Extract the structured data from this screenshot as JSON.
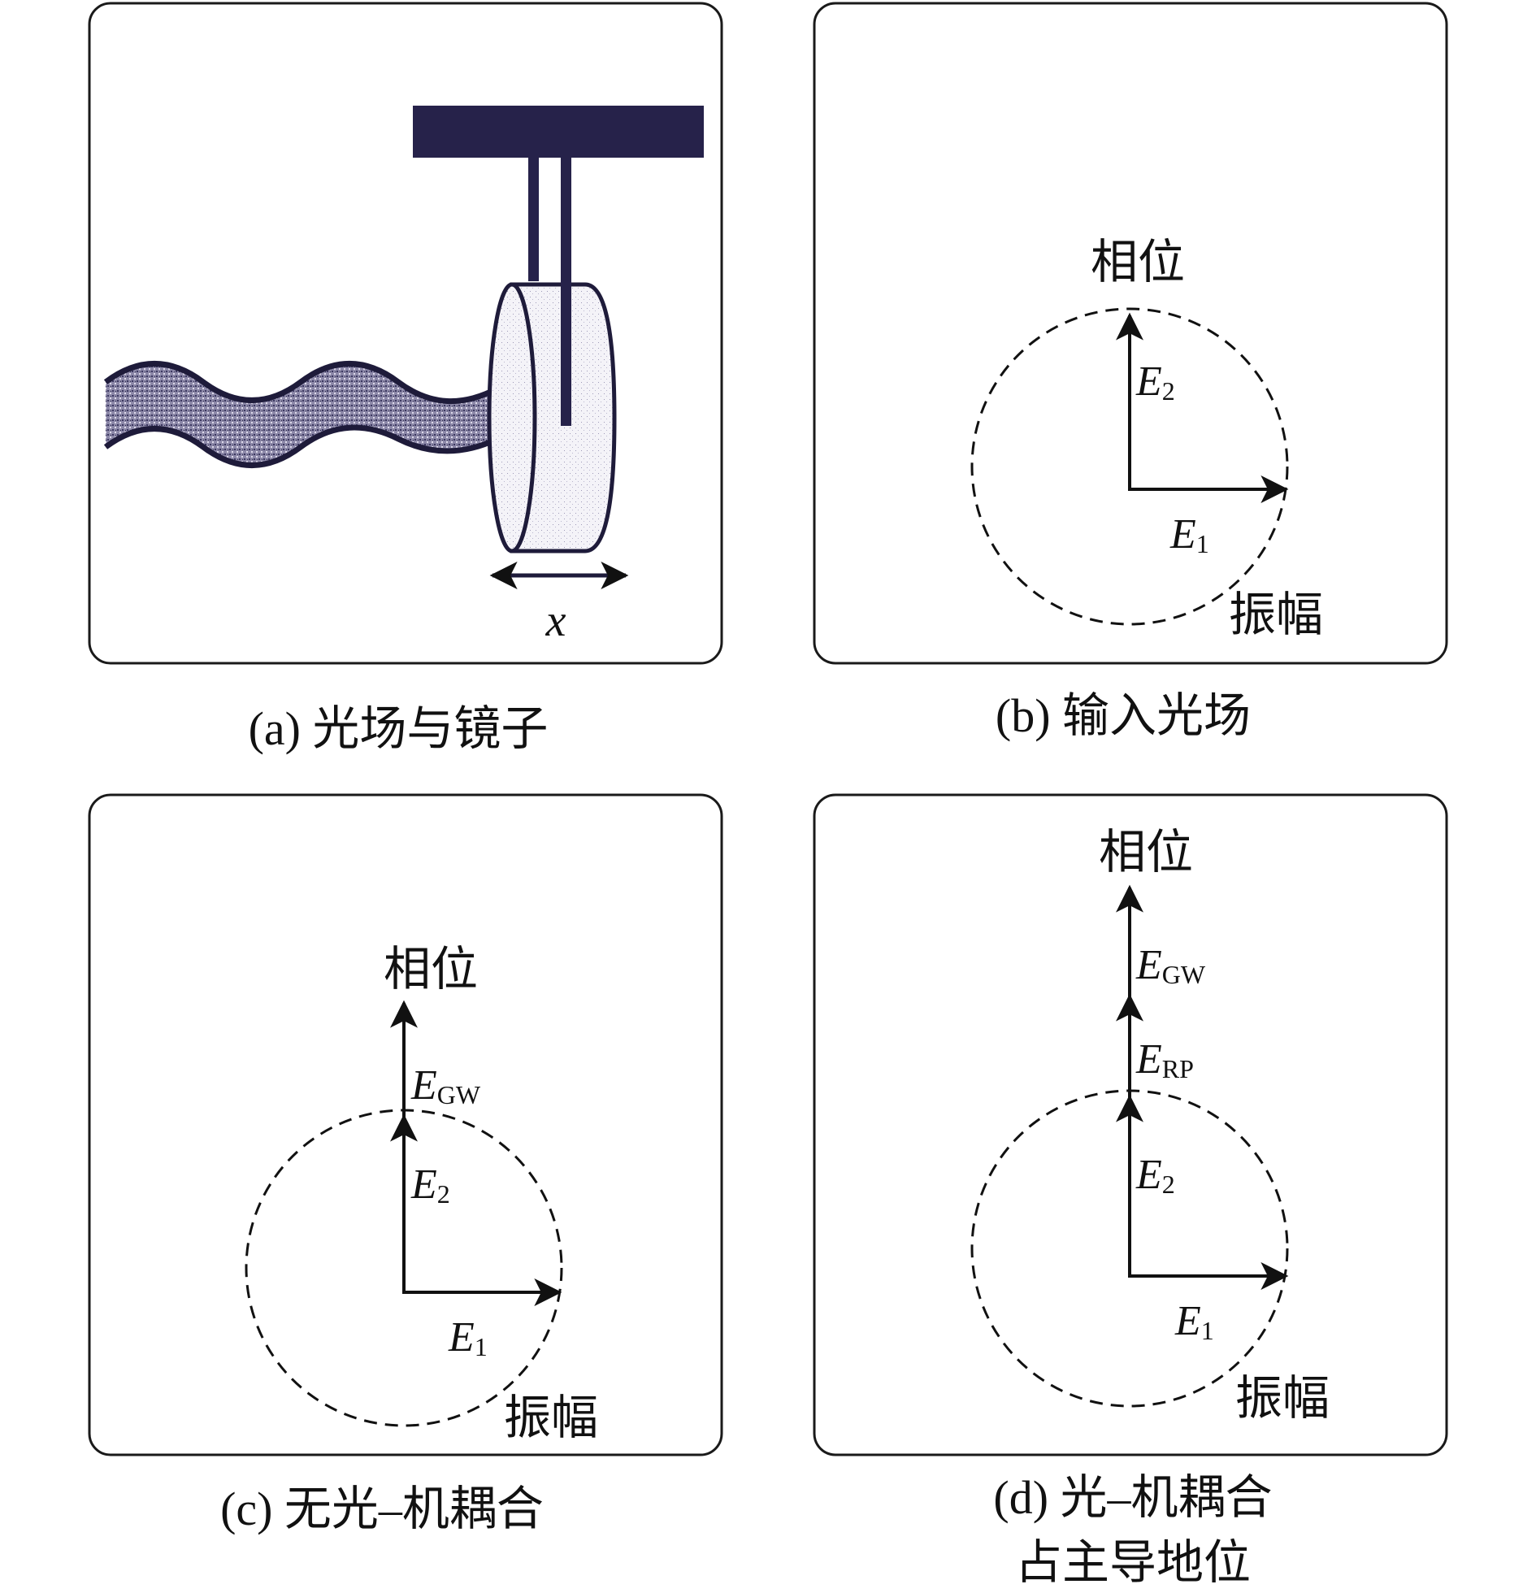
{
  "panels": {
    "a": {
      "caption": "(a) 光场与镜子",
      "x_label": "x"
    },
    "b": {
      "caption": "(b) 输入光场",
      "phase_label": "相位",
      "amplitude_label": "振幅",
      "e1": {
        "base": "E",
        "sub": "1"
      },
      "e2": {
        "base": "E",
        "sub": "2"
      }
    },
    "c": {
      "caption": "(c) 无光–机耦合",
      "phase_label": "相位",
      "amplitude_label": "振幅",
      "e1": {
        "base": "E",
        "sub": "1"
      },
      "e2": {
        "base": "E",
        "sub": "2"
      },
      "egw": {
        "base": "E",
        "sub": "GW"
      }
    },
    "d": {
      "caption_line1": "(d) 光–机耦合",
      "caption_line2": "占主导地位",
      "phase_label": "相位",
      "amplitude_label": "振幅",
      "e1": {
        "base": "E",
        "sub": "1"
      },
      "e2": {
        "base": "E",
        "sub": "2"
      },
      "erp": {
        "base": "E",
        "sub": "RP"
      },
      "egw": {
        "base": "E",
        "sub": "GW"
      }
    }
  }
}
